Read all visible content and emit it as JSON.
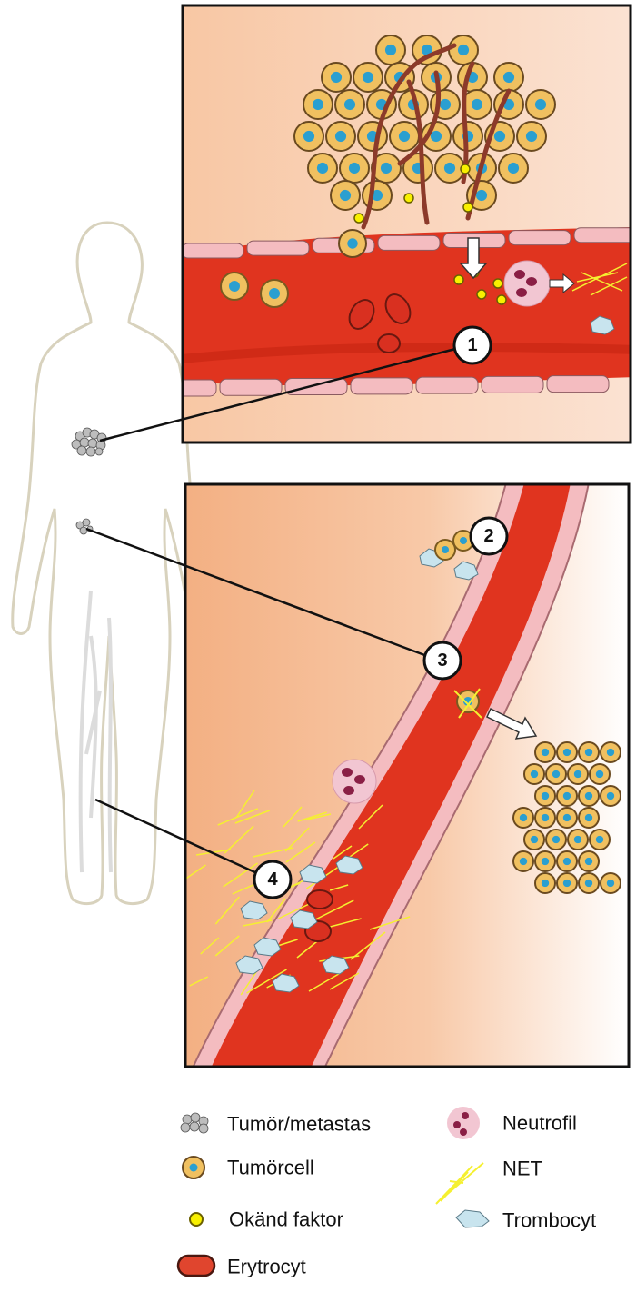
{
  "markers": [
    "1",
    "2",
    "3",
    "4"
  ],
  "legend": [
    {
      "label": "Tumör/metastas",
      "icon": "tumor-icon"
    },
    {
      "label": "Tumörcell",
      "icon": "tumor-cell-icon"
    },
    {
      "label": "Okänd faktor",
      "icon": "unknown-factor-icon"
    },
    {
      "label": "Erytrocyt",
      "icon": "erythrocyte-icon"
    },
    {
      "label": "Neutrofil",
      "icon": "neutrophil-icon"
    },
    {
      "label": "NET",
      "icon": "net-icon"
    },
    {
      "label": "Trombocyt",
      "icon": "platelet-icon"
    }
  ],
  "colors": {
    "vessel": "#e0341f",
    "tissue": "#f6b98e",
    "endothelium": "#f4bcc0",
    "tumor_cell": "#f0c060",
    "nucleus": "#2a9fd0",
    "factor": "#f8f000",
    "net": "#f5f030",
    "platelet": "#c8e4ee",
    "neutrophil": "#f2c6d2"
  }
}
